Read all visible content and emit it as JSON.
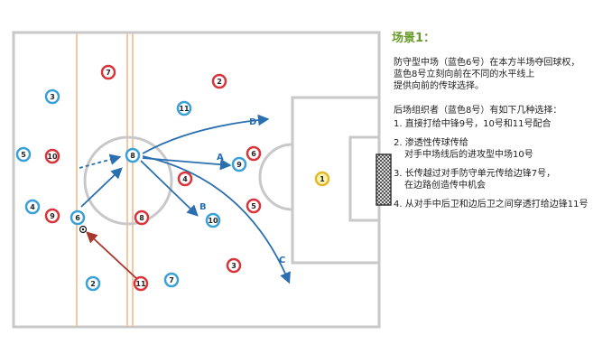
{
  "colors": {
    "blue_ring": "#3aa0d8",
    "red_ring": "#d9343a",
    "arrow_blue": "#2a6fb0",
    "arrow_red": "#a6382d",
    "title_green": "#6a9a2c",
    "pitch_line": "#c8c8c8",
    "band": "#f0c9a4"
  },
  "panel": {
    "title": "场景1：",
    "intro": [
      "防守型中场（蓝色6号）在本方半场夺回球权，",
      "蓝色8号立刻向前在不同的水平线上",
      "提供向前的传球选择。"
    ],
    "options_intro": "后场组织者（蓝色8号）有如下几种选择：",
    "options": [
      {
        "line1": "1. 直接打给中锋9号，10号和11号配合",
        "line2": ""
      },
      {
        "line1": "2. 渗透性传球传给",
        "line2": "对手中场线后的进攻型中场10号"
      },
      {
        "line1": "3. 长传越过对手防守单元传给边锋7号，",
        "line2": "在边路创造传中机会"
      },
      {
        "line1": "4. 从对手中后卫和边后卫之间穿透打给边锋11号",
        "line2": ""
      }
    ]
  },
  "players": [
    {
      "id": "b3",
      "team": "blue",
      "num": "3",
      "icon": "blue-player-marker"
    },
    {
      "id": "b5",
      "team": "blue",
      "num": "5",
      "icon": "blue-player-marker"
    },
    {
      "id": "b4",
      "team": "blue",
      "num": "4",
      "icon": "blue-player-marker"
    },
    {
      "id": "b6",
      "team": "blue",
      "num": "6",
      "icon": "blue-player-marker"
    },
    {
      "id": "b2",
      "team": "blue",
      "num": "2",
      "icon": "blue-player-marker"
    },
    {
      "id": "b8",
      "team": "blue",
      "num": "8",
      "icon": "blue-player-marker"
    },
    {
      "id": "b11",
      "team": "blue",
      "num": "11",
      "icon": "blue-player-marker"
    },
    {
      "id": "b9",
      "team": "blue",
      "num": "9",
      "icon": "blue-player-marker"
    },
    {
      "id": "b10",
      "team": "blue",
      "num": "10",
      "icon": "blue-player-marker"
    },
    {
      "id": "b7",
      "team": "blue",
      "num": "7",
      "icon": "blue-player-marker"
    },
    {
      "id": "r7",
      "team": "red",
      "num": "7",
      "icon": "red-player-marker"
    },
    {
      "id": "r2",
      "team": "red",
      "num": "2",
      "icon": "red-player-marker"
    },
    {
      "id": "r10",
      "team": "red",
      "num": "10",
      "icon": "red-player-marker"
    },
    {
      "id": "r9",
      "team": "red",
      "num": "9",
      "icon": "red-player-marker"
    },
    {
      "id": "r8",
      "team": "red",
      "num": "8",
      "icon": "red-player-marker"
    },
    {
      "id": "r4",
      "team": "red",
      "num": "4",
      "icon": "red-player-marker"
    },
    {
      "id": "r6",
      "team": "red",
      "num": "6",
      "icon": "red-player-marker"
    },
    {
      "id": "r5",
      "team": "red",
      "num": "5",
      "icon": "red-player-marker"
    },
    {
      "id": "r3",
      "team": "red",
      "num": "3",
      "icon": "red-player-marker"
    },
    {
      "id": "r11",
      "team": "red",
      "num": "11",
      "icon": "red-player-marker"
    },
    {
      "id": "gk",
      "team": "keeper",
      "num": "1",
      "icon": "goalkeeper-marker"
    }
  ],
  "arrows": [
    {
      "id": "A",
      "label": "A"
    },
    {
      "id": "B",
      "label": "B"
    },
    {
      "id": "C",
      "label": "C"
    },
    {
      "id": "D",
      "label": "D"
    }
  ]
}
